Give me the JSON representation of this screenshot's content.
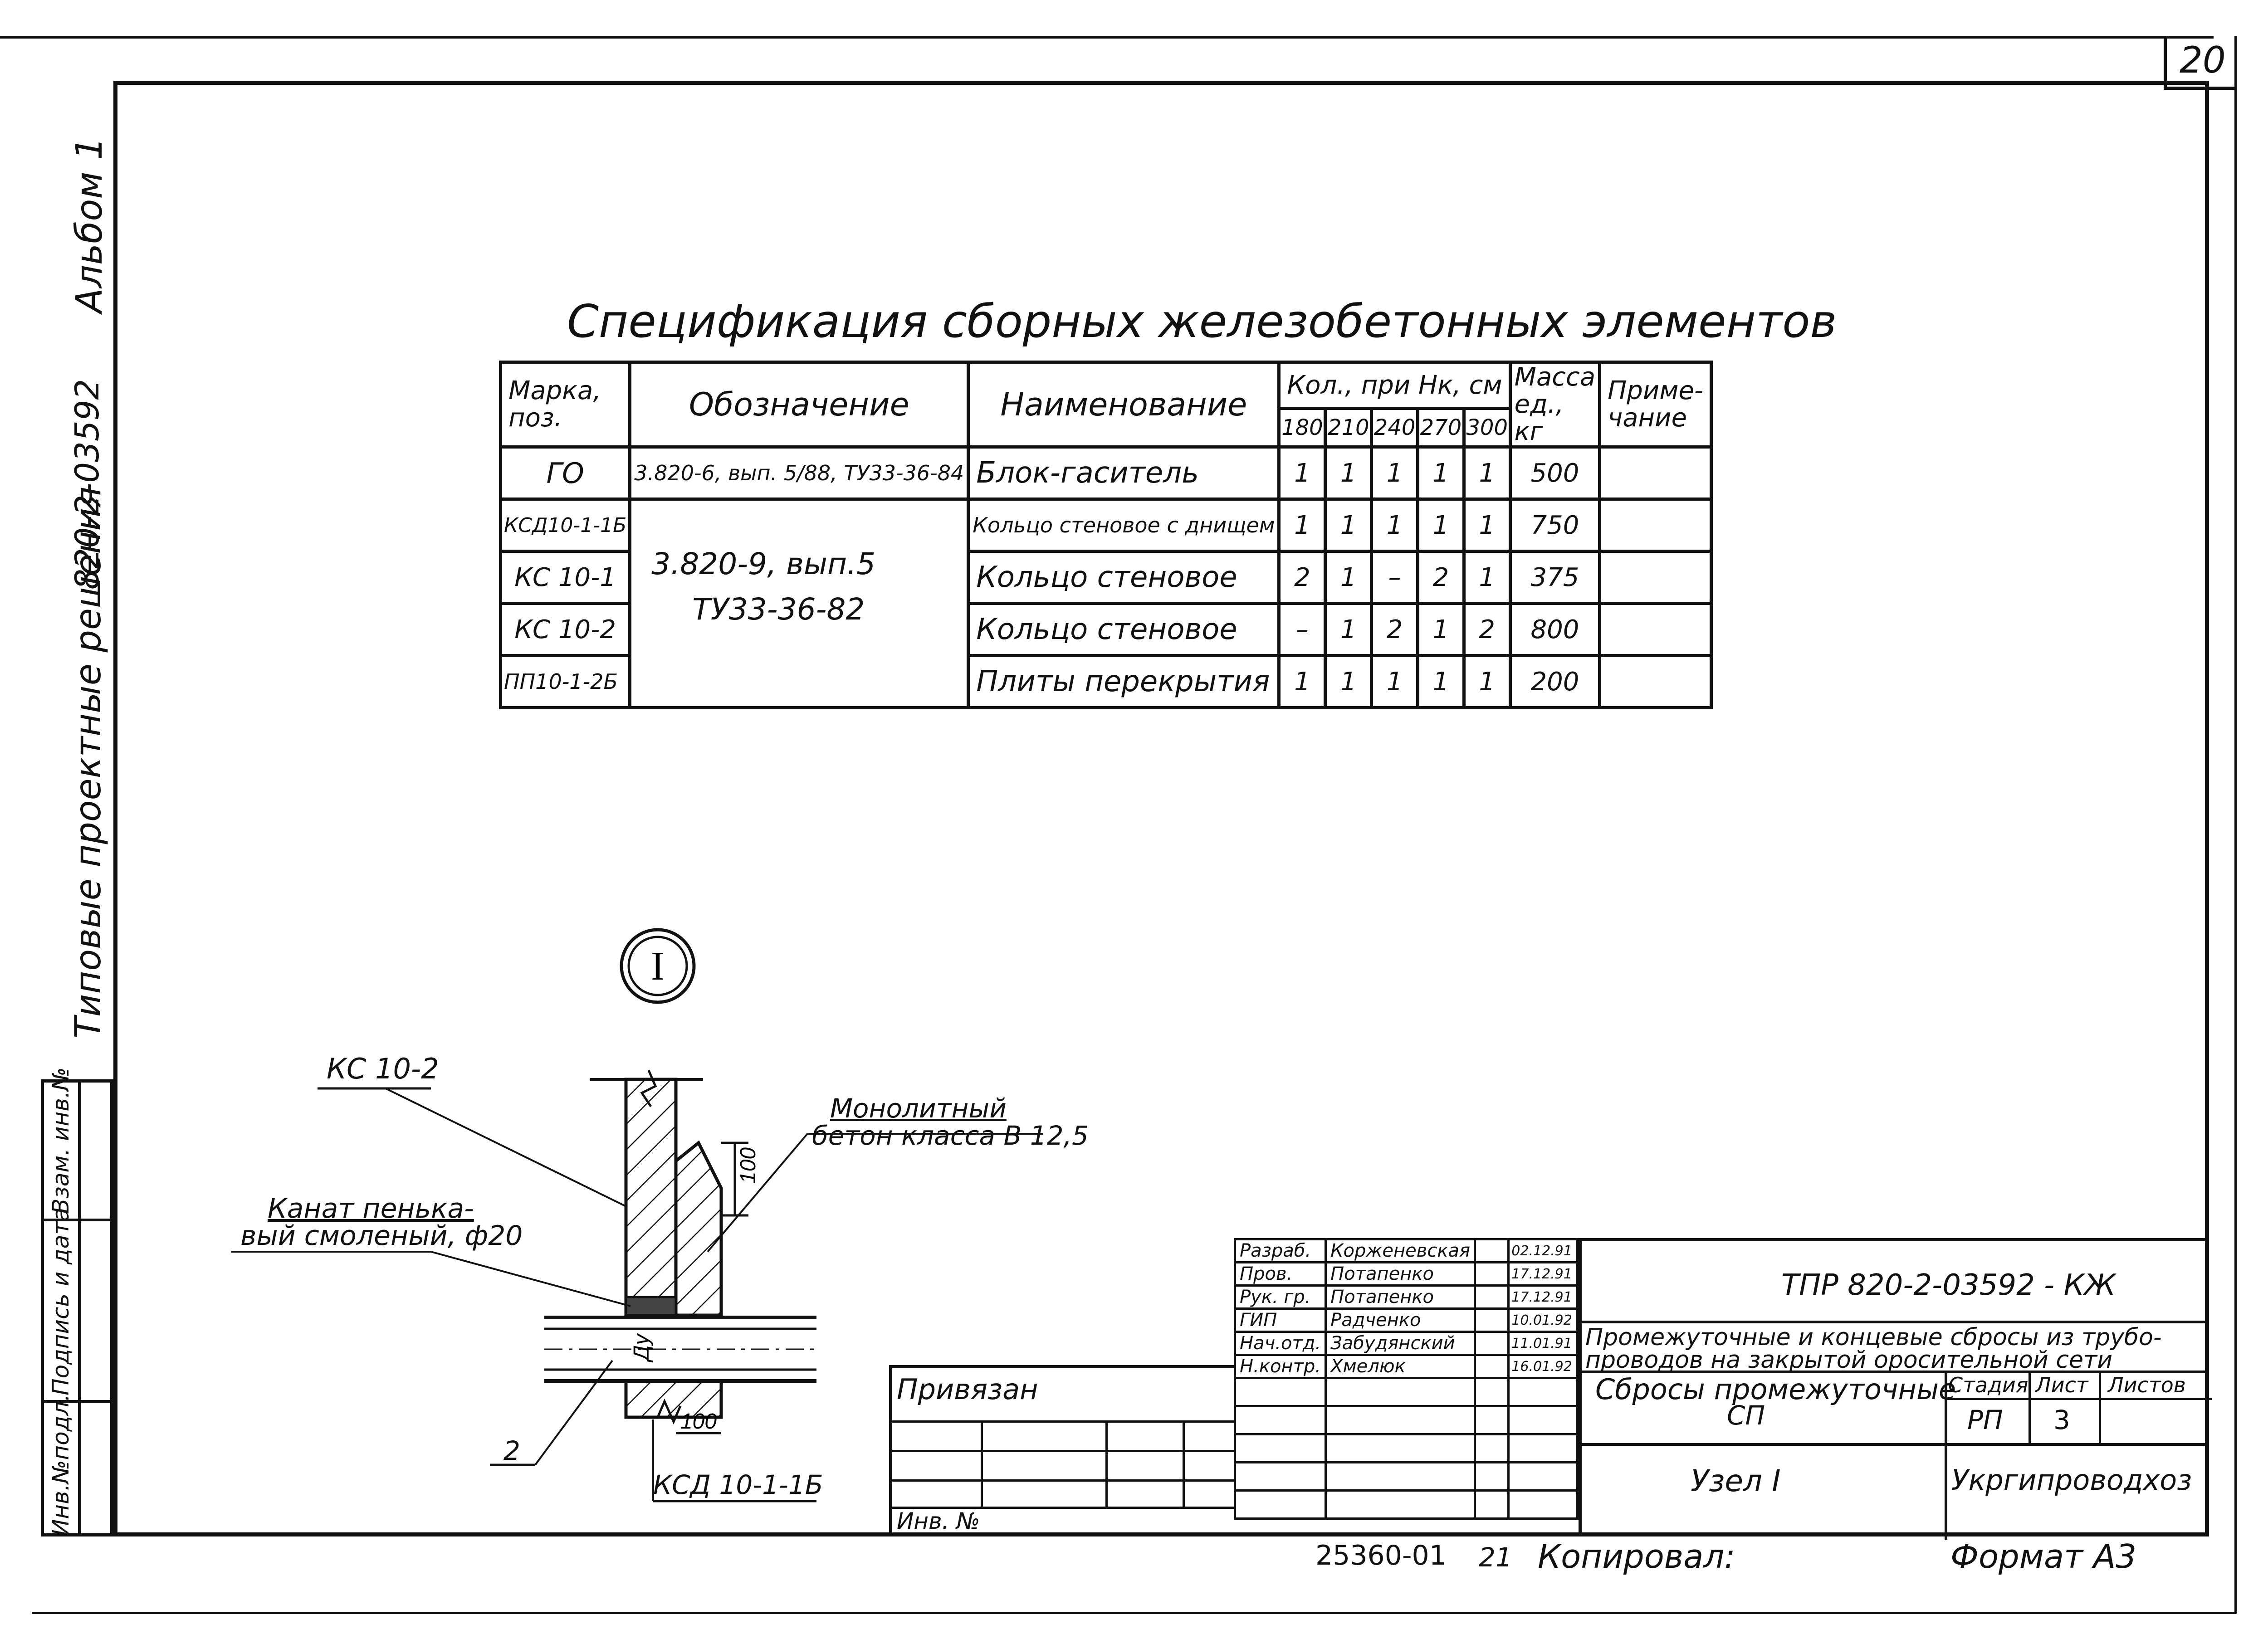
{
  "sheet": {
    "page_number": "20",
    "side_album": "Альбом 1",
    "side_code": "820-2-03592",
    "side_series": "Типовые проектные решения",
    "stamp_cells": [
      "Инв.№подл.",
      "Подпись и дата",
      "Взам. инв.№"
    ]
  },
  "spec": {
    "title": "Спецификация сборных железобетонных элементов",
    "headers": {
      "mark": "Марка, поз.",
      "designation": "Обозначение",
      "name": "Наименование",
      "qty": "Кол., при Нк, см",
      "mass": "Масса ед., кг",
      "note": "Приме- чание"
    },
    "heights": [
      "180",
      "210",
      "240",
      "270",
      "300"
    ],
    "rows": [
      {
        "mark": "ГО",
        "designation": "3.820-6, вып. 5/88, ТУ33-36-84",
        "name": "Блок-гаситель",
        "q": [
          "1",
          "1",
          "1",
          "1",
          "1"
        ],
        "mass": "500",
        "note": ""
      },
      {
        "mark": "КСД10-1-1Б",
        "designation": "",
        "name": "Кольцо стеновое с днищем",
        "q": [
          "1",
          "1",
          "1",
          "1",
          "1"
        ],
        "mass": "750",
        "note": ""
      },
      {
        "mark": "КС 10-1",
        "designation": "",
        "name": "Кольцо стеновое",
        "q": [
          "2",
          "1",
          "–",
          "2",
          "1"
        ],
        "mass": "375",
        "note": ""
      },
      {
        "mark": "КС 10-2",
        "designation": "",
        "name": "Кольцо стеновое",
        "q": [
          "–",
          "1",
          "2",
          "1",
          "2"
        ],
        "mass": "800",
        "note": ""
      },
      {
        "mark": "ПП10-1-2Б",
        "designation": "",
        "name": "Плиты перекрытия",
        "q": [
          "1",
          "1",
          "1",
          "1",
          "1"
        ],
        "mass": "200",
        "note": ""
      }
    ],
    "merged_designation": [
      "3.820-9, вып.5",
      "ТУ33-36-82"
    ]
  },
  "detail": {
    "marker": "I",
    "labels": {
      "kc": "КС 10-2",
      "monolith1": "Монолитный",
      "monolith2": "бетон класса В 12,5",
      "rope1": "Канат пенька-",
      "rope2": "вый смоленый, ф20",
      "pos2": "2",
      "ksd": "КСД 10-1-1Б",
      "dim100a": "100",
      "dim100b": "100",
      "dn": "Ду"
    }
  },
  "title_block": {
    "bound": "Привязан",
    "inv": "Инв. №",
    "people": [
      {
        "role": "Разраб.",
        "name": "Корженевская",
        "date": "02.12.91"
      },
      {
        "role": "Пров.",
        "name": "Потапенко",
        "date": "17.12.91"
      },
      {
        "role": "Рук. гр.",
        "name": "Потапенко",
        "date": "17.12.91"
      },
      {
        "role": "ГИП",
        "name": "Радченко",
        "date": "10.01.92"
      },
      {
        "role": "Нач.отд.",
        "name": "Забудянский",
        "date": "11.01.91"
      },
      {
        "role": "Н.контр.",
        "name": "Хмелюк",
        "date": "16.01.92"
      }
    ],
    "doc_code": "ТПР 820-2-03592 - КЖ",
    "project1": "Промежуточные и концевые сбросы из трубо-",
    "project2": "проводов на закрытой оросительной сети",
    "sheet_title1": "Сбросы промежуточные",
    "sheet_title2": "СП",
    "stage_h": "Стадия",
    "sheet_h": "Лист",
    "sheets_h": "Листов",
    "stage": "РП",
    "sheet": "3",
    "sheets": "",
    "node": "Узел I",
    "org": "Укргипроводхоз"
  },
  "footer": {
    "code": "25360-01",
    "num": "21",
    "copied": "Копировал:",
    "format": "Формат А3"
  }
}
